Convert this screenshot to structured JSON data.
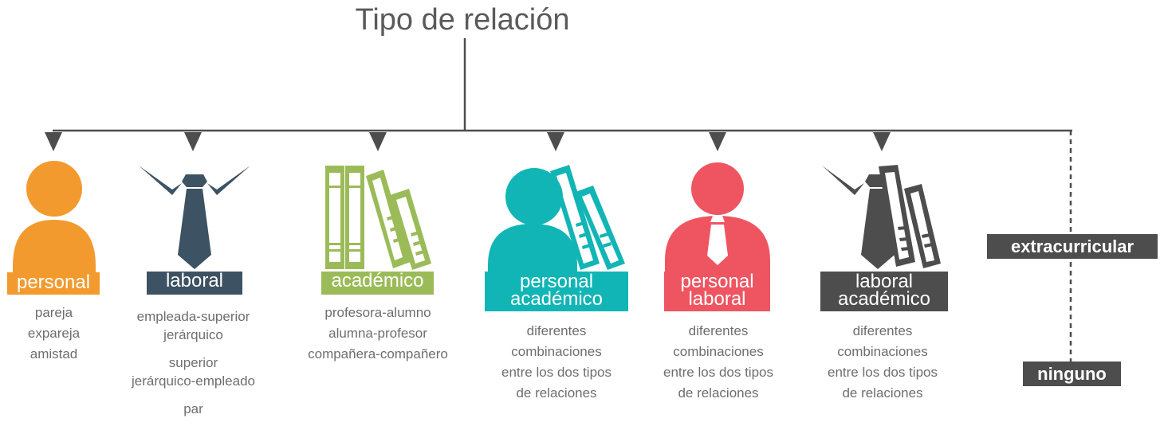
{
  "title": "Tipo de relación",
  "colors": {
    "personal": "#f39a2e",
    "laboral": "#3d5262",
    "academico": "#9bbb59",
    "personal_academico": "#12b5b5",
    "personal_laboral": "#ee5561",
    "laboral_academico": "#4d4d4d",
    "extra": "#4d4d4d",
    "lines": "#4d4d4d"
  },
  "categories": [
    {
      "key": "personal",
      "label": [
        "personal"
      ],
      "icon": "person-icon",
      "description": [
        "pareja",
        "expareja",
        "amistad"
      ]
    },
    {
      "key": "laboral",
      "label": [
        "laboral"
      ],
      "icon": "tie-icon",
      "description": [
        "empleada-superior",
        "jerárquico",
        "superior",
        "jerárquico-empleado",
        "par"
      ]
    },
    {
      "key": "academico",
      "label": [
        "académico"
      ],
      "icon": "books-icon",
      "description": [
        "profesora-alumno",
        "alumna-profesor",
        "compañera-compañero"
      ]
    },
    {
      "key": "personal_academico",
      "label": [
        "personal",
        "académico"
      ],
      "icon": "person-books-icon",
      "description": [
        "diferentes",
        "combinaciones",
        "entre los dos tipos",
        "de relaciones"
      ]
    },
    {
      "key": "personal_laboral",
      "label": [
        "personal",
        "laboral"
      ],
      "icon": "person-tie-icon",
      "description": [
        "diferentes",
        "combinaciones",
        "entre los dos tipos",
        "de relaciones"
      ]
    },
    {
      "key": "laboral_academico",
      "label": [
        "laboral",
        "académico"
      ],
      "icon": "tie-books-icon",
      "description": [
        "diferentes",
        "combinaciones",
        "entre los dos tipos",
        "de relaciones"
      ]
    }
  ],
  "extra_tags": {
    "top": "extracurricular",
    "bottom": "ninguno"
  }
}
